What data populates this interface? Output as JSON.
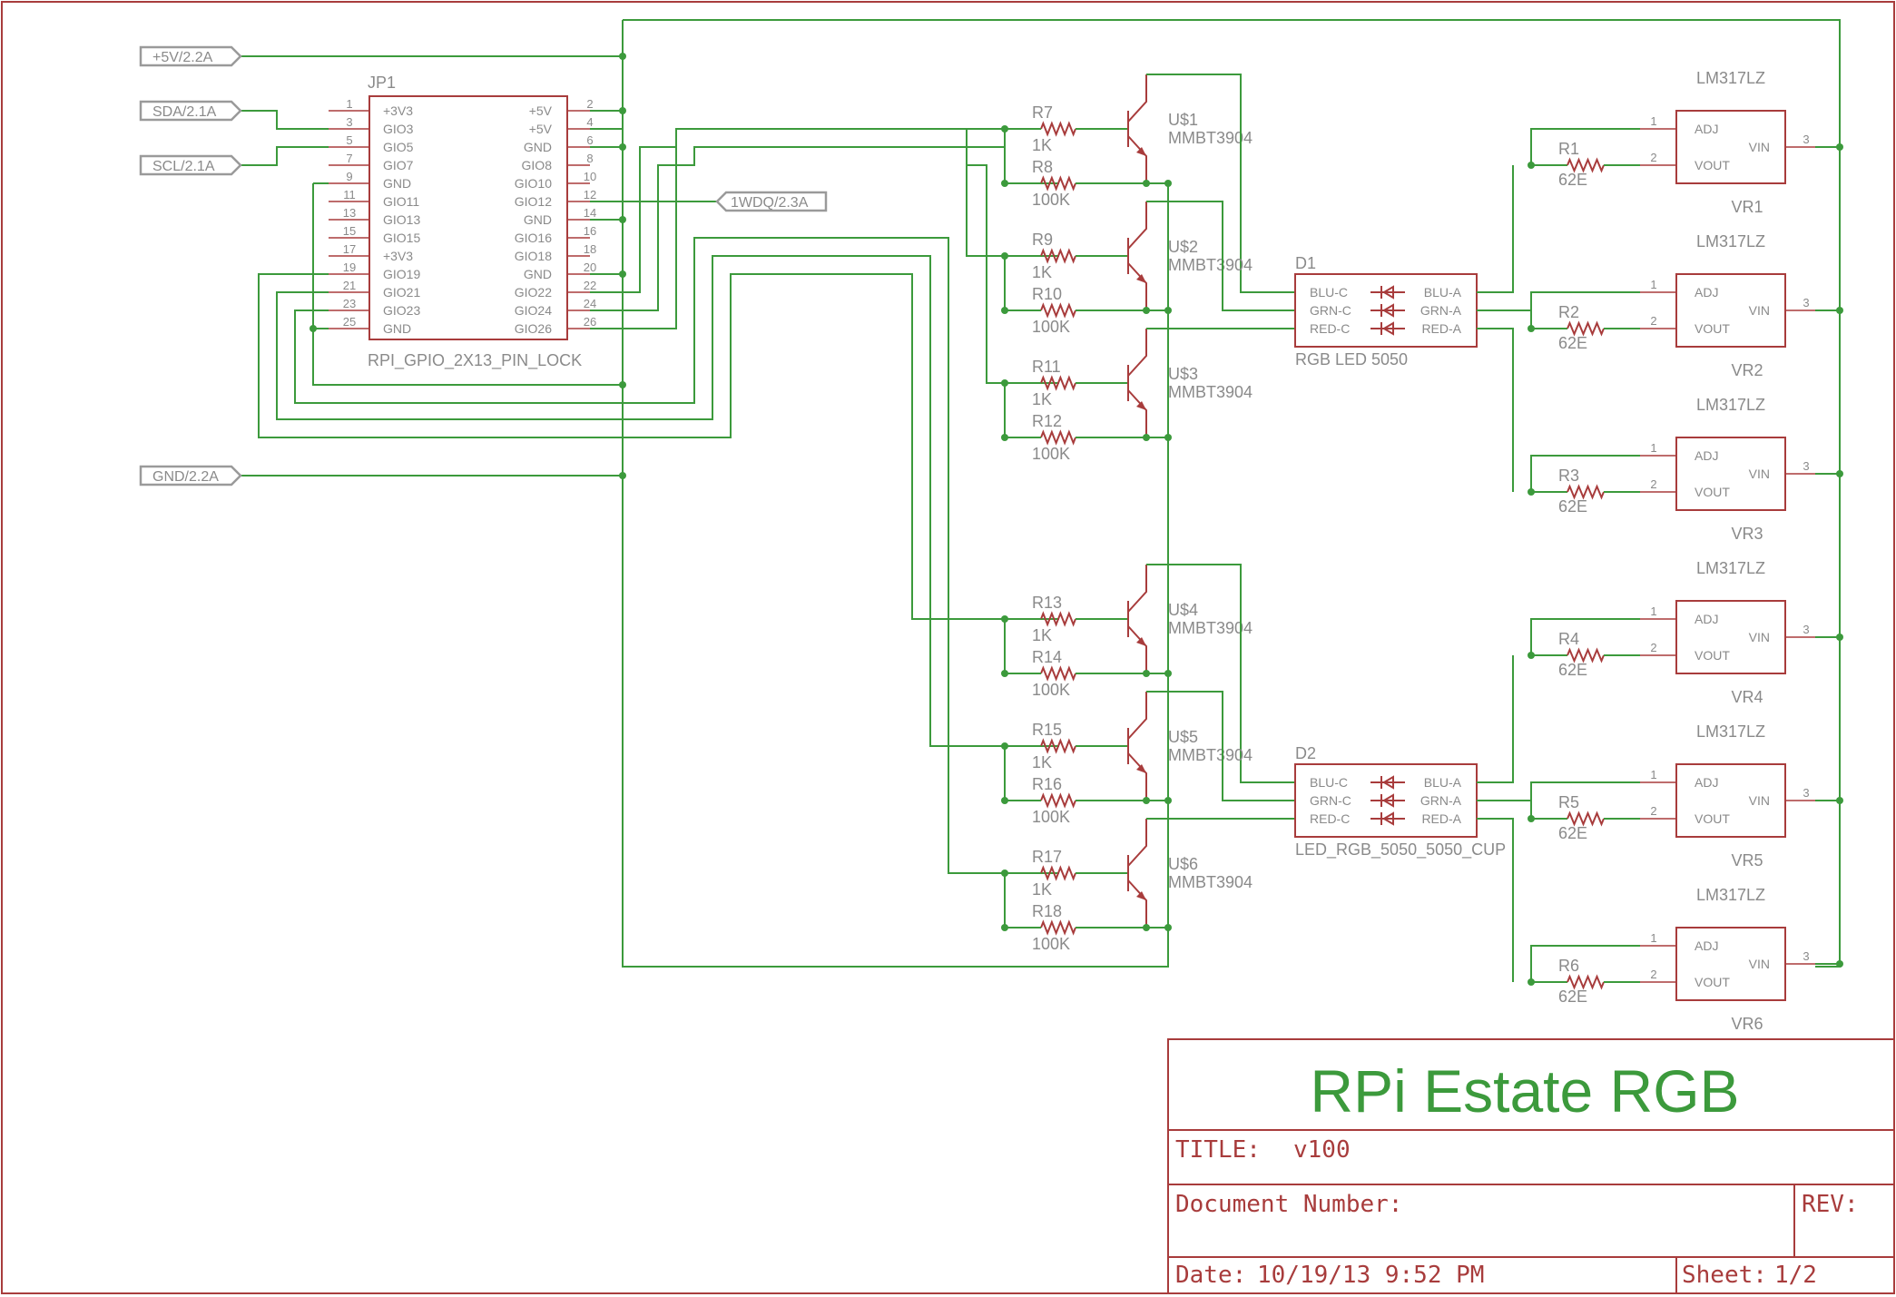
{
  "ports": [
    {
      "id": "vcc",
      "label": "+5V/2.2A"
    },
    {
      "id": "sda",
      "label": "SDA/2.1A"
    },
    {
      "id": "scl",
      "label": "SCL/2.1A"
    },
    {
      "id": "onewire",
      "label": "1WDQ/2.3A"
    },
    {
      "id": "gnd",
      "label": "GND/2.2A"
    }
  ],
  "header": {
    "ref": "JP1",
    "value": "RPI_GPIO_2X13_PIN_LOCK",
    "left_pins": [
      {
        "num": "1",
        "name": "+3V3"
      },
      {
        "num": "3",
        "name": "GIO3"
      },
      {
        "num": "5",
        "name": "GIO5"
      },
      {
        "num": "7",
        "name": "GIO7"
      },
      {
        "num": "9",
        "name": "GND"
      },
      {
        "num": "11",
        "name": "GIO11"
      },
      {
        "num": "13",
        "name": "GIO13"
      },
      {
        "num": "15",
        "name": "GIO15"
      },
      {
        "num": "17",
        "name": "+3V3"
      },
      {
        "num": "19",
        "name": "GIO19"
      },
      {
        "num": "21",
        "name": "GIO21"
      },
      {
        "num": "23",
        "name": "GIO23"
      },
      {
        "num": "25",
        "name": "GND"
      }
    ],
    "right_pins": [
      {
        "num": "2",
        "name": "+5V"
      },
      {
        "num": "4",
        "name": "+5V"
      },
      {
        "num": "6",
        "name": "GND"
      },
      {
        "num": "8",
        "name": "GIO8"
      },
      {
        "num": "10",
        "name": "GIO10"
      },
      {
        "num": "12",
        "name": "GIO12"
      },
      {
        "num": "14",
        "name": "GND"
      },
      {
        "num": "16",
        "name": "GIO16"
      },
      {
        "num": "18",
        "name": "GIO18"
      },
      {
        "num": "20",
        "name": "GND"
      },
      {
        "num": "22",
        "name": "GIO22"
      },
      {
        "num": "24",
        "name": "GIO24"
      },
      {
        "num": "26",
        "name": "GIO26"
      }
    ]
  },
  "drivers": [
    {
      "base_ref": "R7",
      "base_val": "1K",
      "pull_ref": "R8",
      "pull_val": "100K",
      "ref": "U$1",
      "value": "MMBT3904"
    },
    {
      "base_ref": "R9",
      "base_val": "1K",
      "pull_ref": "R10",
      "pull_val": "100K",
      "ref": "U$2",
      "value": "MMBT3904"
    },
    {
      "base_ref": "R11",
      "base_val": "1K",
      "pull_ref": "R12",
      "pull_val": "100K",
      "ref": "U$3",
      "value": "MMBT3904"
    },
    {
      "base_ref": "R13",
      "base_val": "1K",
      "pull_ref": "R14",
      "pull_val": "100K",
      "ref": "U$4",
      "value": "MMBT3904"
    },
    {
      "base_ref": "R15",
      "base_val": "1K",
      "pull_ref": "R16",
      "pull_val": "100K",
      "ref": "U$5",
      "value": "MMBT3904"
    },
    {
      "base_ref": "R17",
      "base_val": "1K",
      "pull_ref": "R18",
      "pull_val": "100K",
      "ref": "U$6",
      "value": "MMBT3904"
    }
  ],
  "leds": [
    {
      "ref": "D1",
      "value": "RGB LED 5050",
      "left_pins": [
        "BLU-C",
        "GRN-C",
        "RED-C"
      ],
      "right_pins": [
        "BLU-A",
        "GRN-A",
        "RED-A"
      ]
    },
    {
      "ref": "D2",
      "value": "LED_RGB_5050_5050_CUP",
      "left_pins": [
        "BLU-C",
        "GRN-C",
        "RED-C"
      ],
      "right_pins": [
        "BLU-A",
        "GRN-A",
        "RED-A"
      ]
    }
  ],
  "regulators": [
    {
      "value": "LM317LZ",
      "ref": "VR1",
      "res_ref": "R1",
      "res_val": "62E"
    },
    {
      "value": "LM317LZ",
      "ref": "VR2",
      "res_ref": "R2",
      "res_val": "62E"
    },
    {
      "value": "LM317LZ",
      "ref": "VR3",
      "res_ref": "R3",
      "res_val": "62E"
    },
    {
      "value": "LM317LZ",
      "ref": "VR4",
      "res_ref": "R4",
      "res_val": "62E"
    },
    {
      "value": "LM317LZ",
      "ref": "VR5",
      "res_ref": "R5",
      "res_val": "62E"
    },
    {
      "value": "LM317LZ",
      "ref": "VR6",
      "res_ref": "R6",
      "res_val": "62E"
    }
  ],
  "regulator_pins": {
    "adj": "ADJ",
    "vout": "VOUT",
    "vin": "VIN",
    "n1": "1",
    "n2": "2",
    "n3": "3"
  },
  "title_block": {
    "project": "RPi Estate RGB",
    "title_label": "TITLE:",
    "title_value": "v100",
    "doc_label": "Document Number:",
    "rev_label": "REV:",
    "date_label": "Date:",
    "date_value": "10/19/13 9:52 PM",
    "sheet_label": "Sheet:",
    "sheet_value": "1/2"
  }
}
